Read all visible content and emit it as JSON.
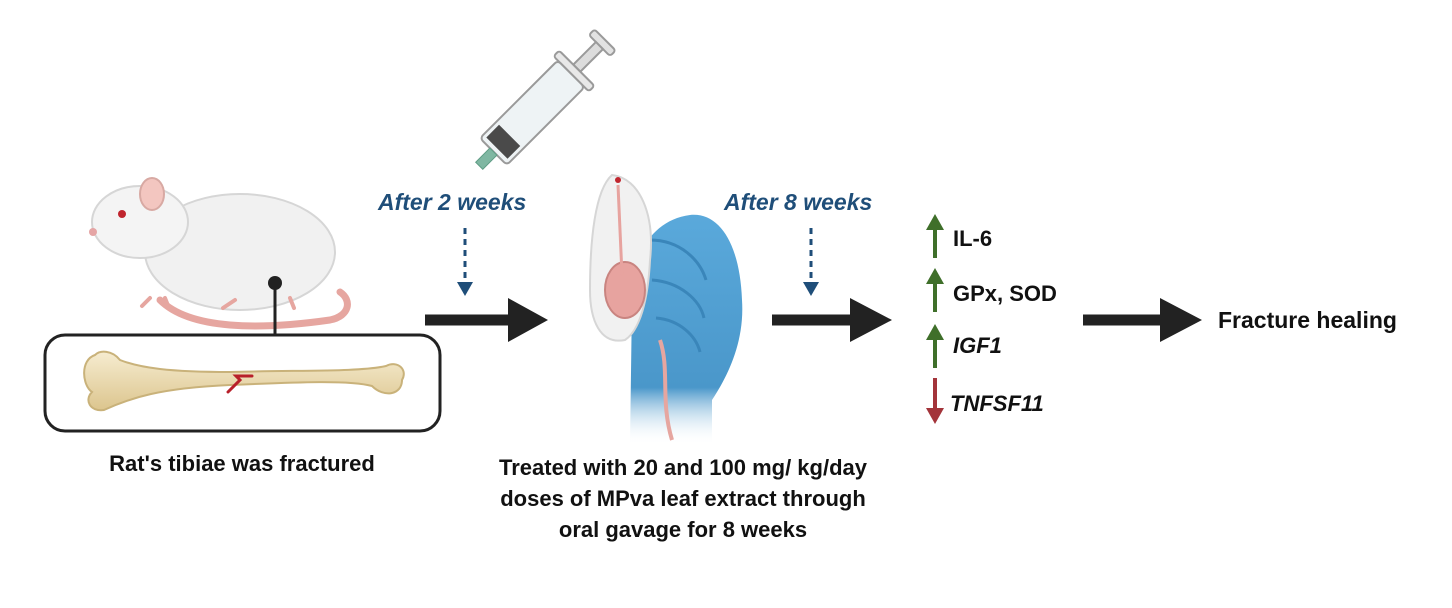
{
  "diagram": {
    "fracture_caption": "Rat's tibiae was fractured",
    "timing_1": "After 2 weeks",
    "treatment_caption": "Treated with 20 and 100 mg/ kg/day doses of MPva leaf extract through oral gavage for 8 weeks",
    "timing_2": "After 8 weeks",
    "markers": [
      {
        "label": "IL-6",
        "direction": "up",
        "italic": false
      },
      {
        "label": "GPx, SOD",
        "direction": "up",
        "italic": false
      },
      {
        "label": "IGF1",
        "direction": "up",
        "italic": true
      },
      {
        "label": "TNFSF11",
        "direction": "down",
        "italic": true
      }
    ],
    "outcome": "Fracture healing"
  },
  "colors": {
    "timing_text": "#1f4e79",
    "up_arrow": "#3f6f2a",
    "down_arrow": "#a3343a",
    "flow_arrow": "#222222",
    "glove": "#4f9fd1",
    "rat_body": "#f1f1f1",
    "bone": "#ecdcb0",
    "fracture_line": "#b8202a"
  },
  "icons": [
    "rat-icon",
    "bone-icon",
    "syringe-icon",
    "gloved-hand-icon",
    "held-rat-icon"
  ]
}
